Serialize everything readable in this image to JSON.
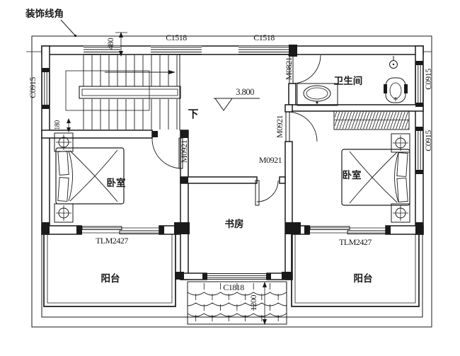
{
  "colors": {
    "ink": "#1a1a1a",
    "bg": "#ffffff"
  },
  "annotations": {
    "decor_corner": "装饰线角",
    "elevation": "3.800",
    "stair_direction": "下",
    "dim_480": "480",
    "dim_180": "180",
    "dim_1200": "1200"
  },
  "rooms": {
    "bathroom": "卫生间",
    "bedroom_left": "卧室",
    "bedroom_right": "卧室",
    "study": "书房",
    "balcony_left": "阳台",
    "balcony_right": "阳台"
  },
  "openings": {
    "window_top_left": "C1518",
    "window_top_right": "C1518",
    "window_side_left": "C0915",
    "window_side_right_upper": "C0915",
    "window_side_right_lower": "C0915",
    "window_study": "C1818",
    "door_bathroom": "M0821",
    "door_bedroom_left": "M0921",
    "door_bedroom_right": "M0921",
    "door_study": "M0921",
    "sliding_door_left": "TLM2427",
    "sliding_door_right": "TLM2427"
  }
}
